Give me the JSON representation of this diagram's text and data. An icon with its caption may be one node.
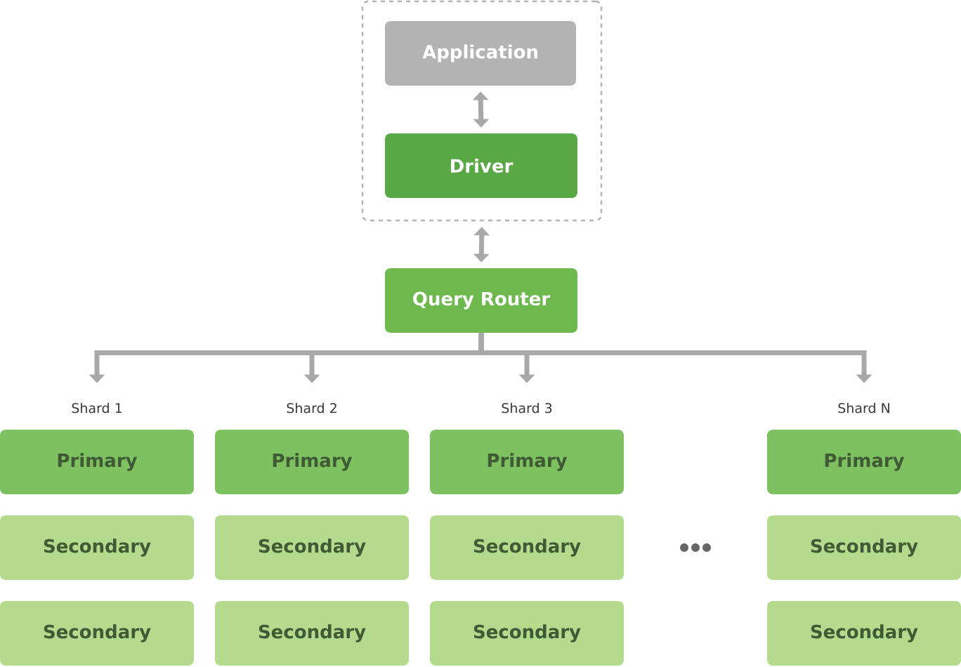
{
  "diagram": {
    "nodes": [
      {
        "text": [],
        "shape": "box"
      },
      {
        "text": [
          "Application"
        ],
        "in": 0
      },
      {
        "text": [
          "Driver"
        ],
        "in": 0
      },
      {
        "text": [
          "Query Router"
        ]
      },
      {
        "text": [
          "Shard 1"
        ]
      },
      {
        "text": [
          "Primary"
        ]
      },
      {
        "text": [
          "Secondary"
        ]
      },
      {
        "text": [
          "Secondary"
        ]
      },
      {
        "text": [
          "Shard 2"
        ]
      },
      {
        "text": [
          "Primary"
        ]
      },
      {
        "text": [
          "Secondary"
        ]
      },
      {
        "text": [
          "Secondary"
        ]
      },
      {
        "text": [
          "Shard 3"
        ]
      },
      {
        "text": [
          "Primary"
        ]
      },
      {
        "text": [
          "Secondary"
        ]
      },
      {
        "text": [
          "Secondary"
        ]
      },
      {
        "text": [
          "Shard N"
        ]
      },
      {
        "text": [
          "Primary"
        ]
      },
      {
        "text": [
          "Secondary"
        ]
      },
      {
        "text": [
          "Secondary"
        ]
      }
    ],
    "edges": [
      {
        "from": 1,
        "to": 2,
        "arrow": "both"
      },
      {
        "from": 0,
        "to": 3,
        "arrow": "both"
      },
      {
        "from": 3,
        "to": 4,
        "arrow": "to"
      },
      {
        "from": 3,
        "to": 8,
        "arrow": "to"
      },
      {
        "from": 3,
        "to": 12,
        "arrow": "to"
      },
      {
        "from": 3,
        "to": 16,
        "arrow": "to"
      }
    ]
  }
}
